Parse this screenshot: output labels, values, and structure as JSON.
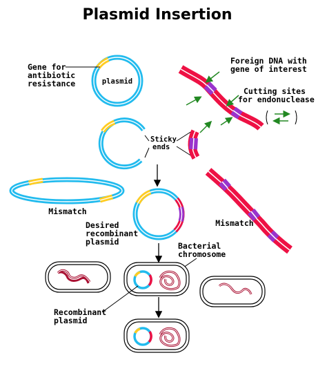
{
  "title": "Plasmid Insertion",
  "labels": {
    "gene_line1": "Gene for",
    "gene_line2": "antibiotic",
    "gene_line3": "resistance",
    "plasmid": "plasmid",
    "foreign_line1": "Foreign DNA with",
    "foreign_line2": "gene of interest",
    "cutting_line1": "Cutting sites",
    "cutting_line2": "for endonuclease",
    "sticky_line1": "Sticky",
    "sticky_line2": "ends",
    "mismatch_left": "Mismatch",
    "mismatch_right": "Mismatch",
    "desired_line1": "Desired",
    "desired_line2": "recombinant",
    "desired_line3": "plasmid",
    "bacterial_line1": "Bacterial",
    "bacterial_line2": "chromosome",
    "recombinant_line1": "Recombinant",
    "recombinant_line2": "plasmid"
  },
  "colors": {
    "plasmid_dna": "#22bbee",
    "resistance_gene": "#ffcc22",
    "foreign_dna": "#ee1144",
    "cut_site": "#9933cc",
    "arrow": "#228822",
    "chromosome": "#aa1133"
  }
}
